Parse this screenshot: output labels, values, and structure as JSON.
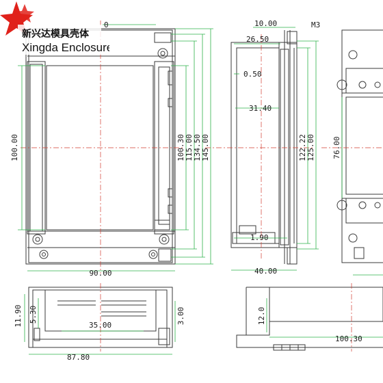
{
  "brand": {
    "name_cn": "新兴达模具壳体",
    "name_en": "Xingda Enclosure",
    "accent": "#e0221b"
  },
  "front_view": {
    "dims": {
      "top_partial": "0",
      "height_inner": "100.00",
      "w_100_30": "100.30",
      "w_115": "115.00",
      "w_134_50": "134.50",
      "w_145": "145.00",
      "width_bottom": "90.00"
    }
  },
  "side_view": {
    "dims": {
      "top_10": "10.00",
      "thread": "M3",
      "d_26_50": "26.50",
      "d_0_50": "0.50",
      "d_31_40": "31.40",
      "d_122_22": "122.22",
      "d_125": "125.00",
      "d_1_90": "1.90",
      "d_40": "40.00"
    }
  },
  "rear_view": {
    "dims": {
      "d_76": "76.00"
    }
  },
  "bottom_view": {
    "dims": {
      "d_11_90": "11.90",
      "d_5_30": "5.30",
      "d_35": "35.00",
      "d_3": "3.00",
      "d_87_80": "87.80"
    }
  },
  "section_view": {
    "dims": {
      "d_12": "12.0",
      "d_100_30": "100.30"
    }
  },
  "colors": {
    "outline": "#3a3a3a",
    "dimension": "#2db34a",
    "centerline": "#d23b2f"
  }
}
